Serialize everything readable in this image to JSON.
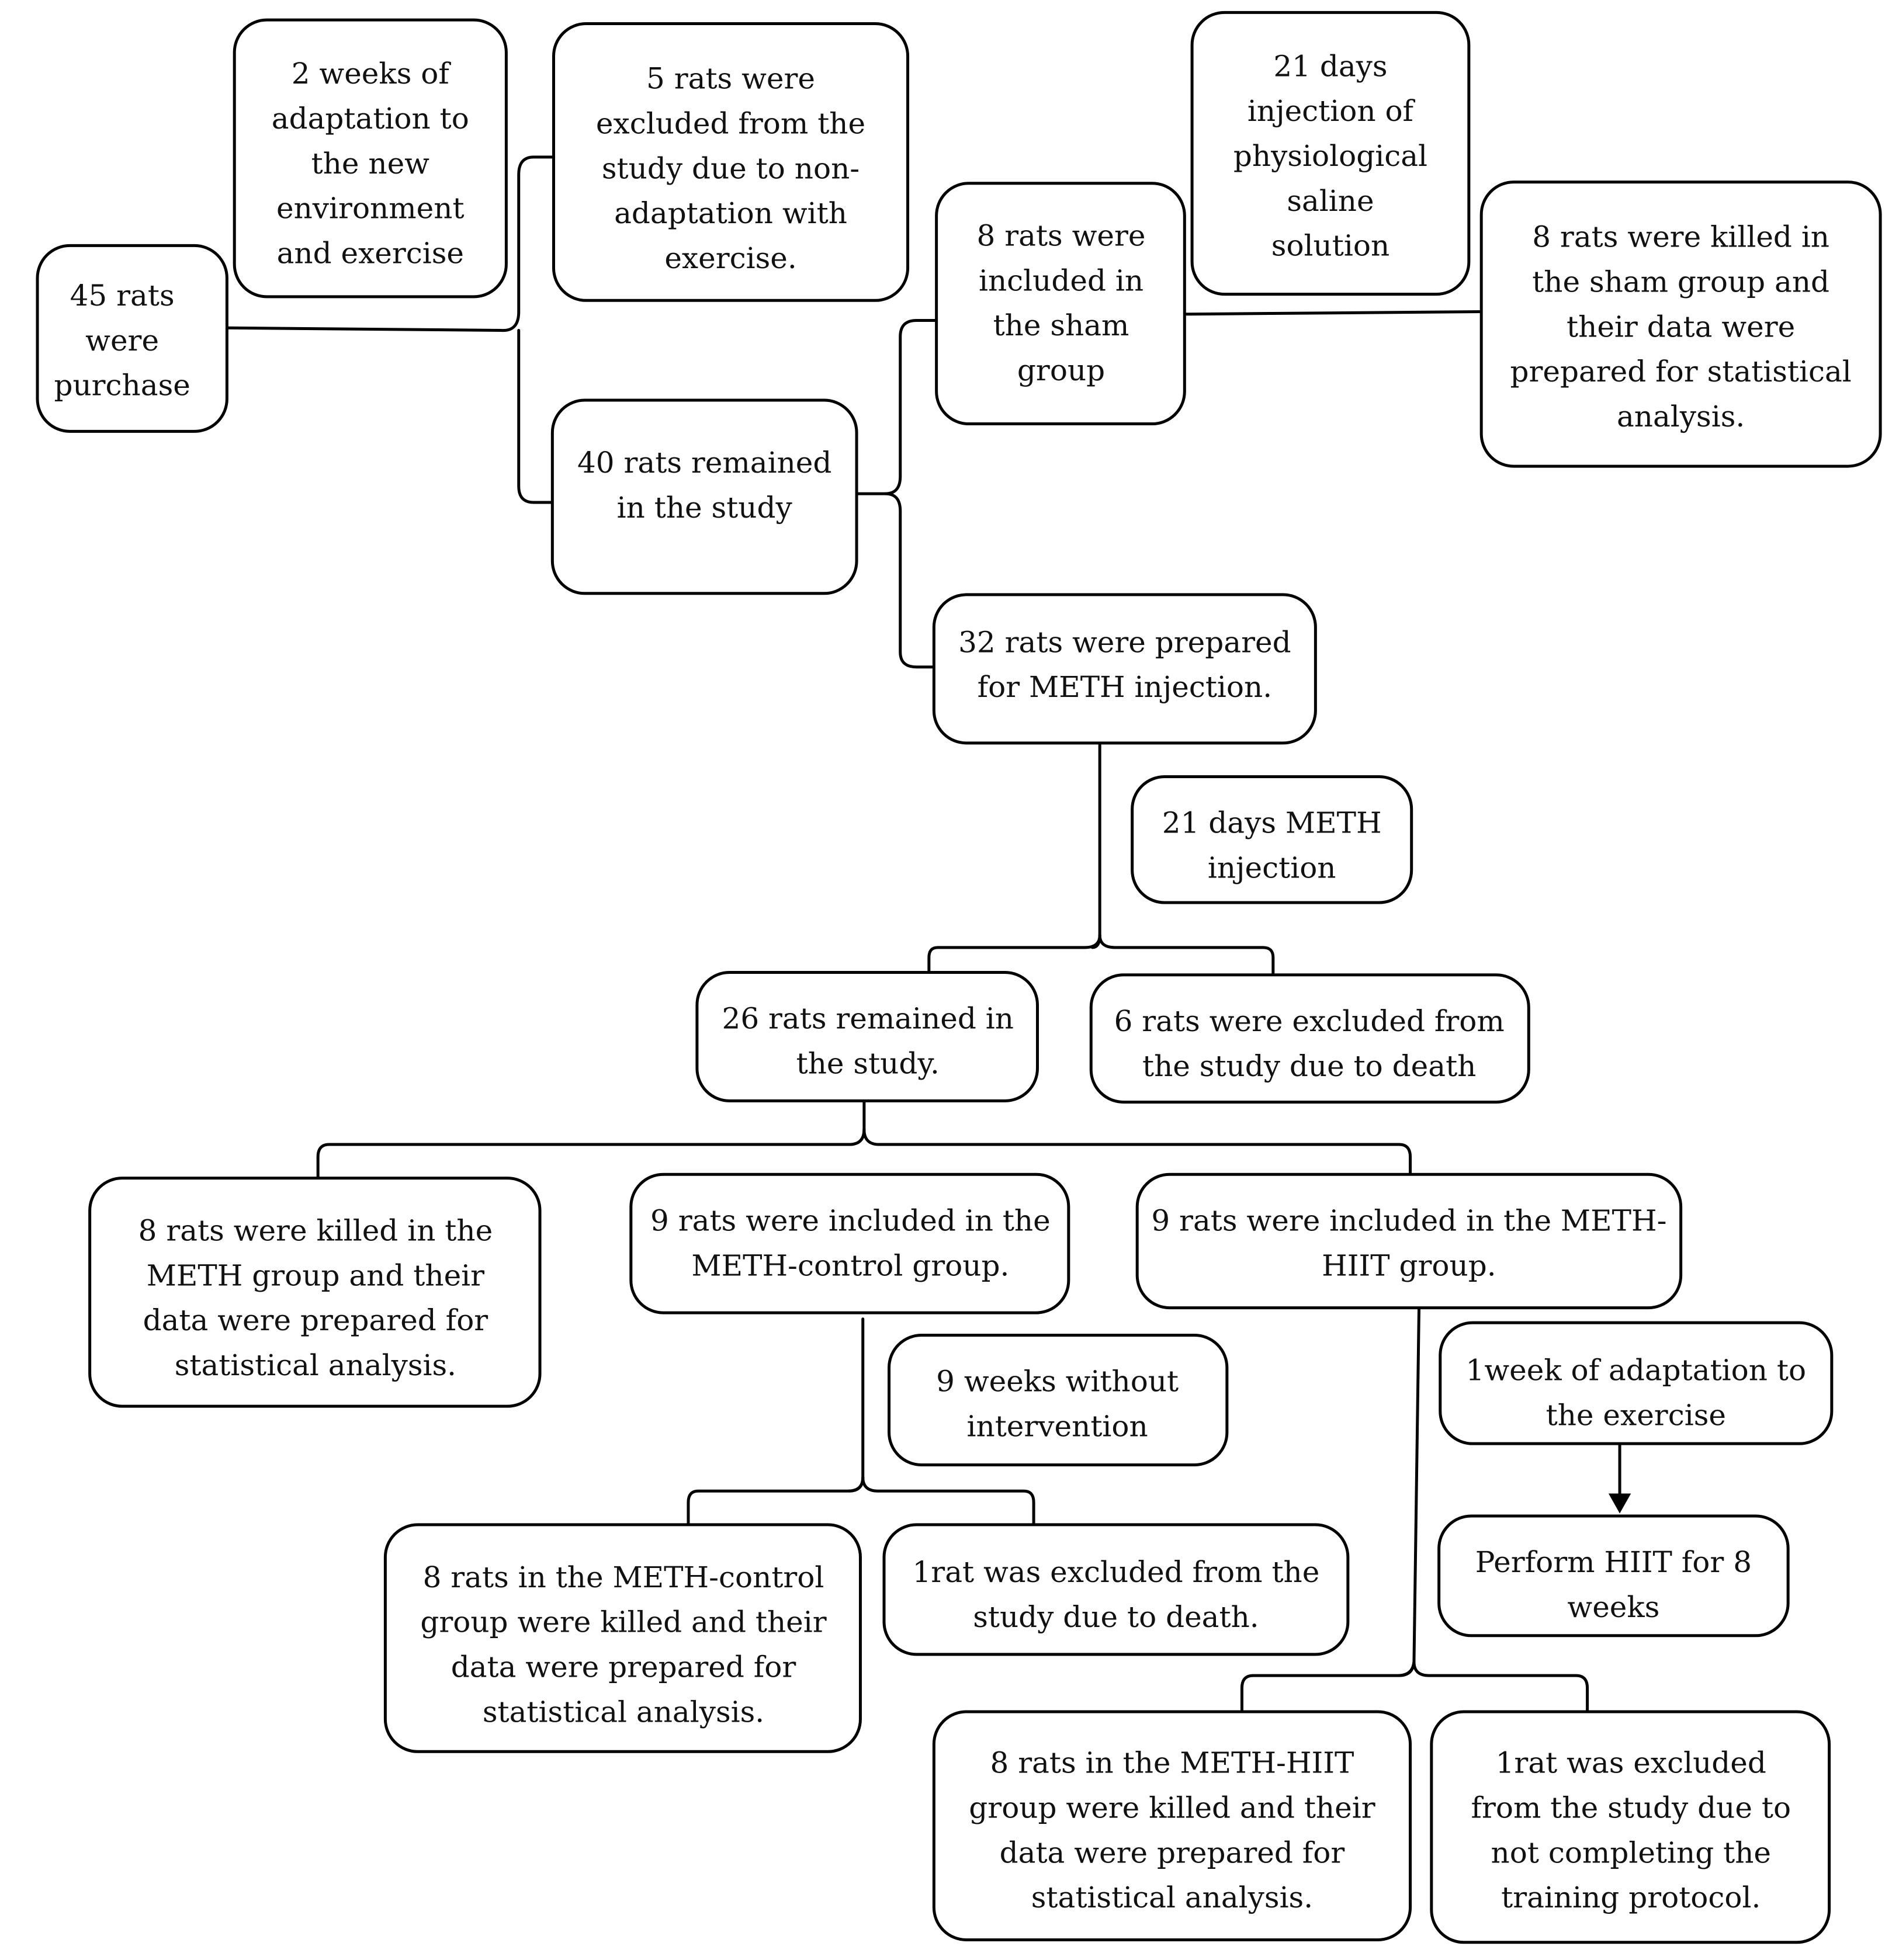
{
  "nodes": {
    "purchased": [
      "45 rats",
      "were",
      "purchase"
    ],
    "adaptation": [
      "2 weeks of",
      "adaptation to",
      "the new",
      "environment",
      "and exercise"
    ],
    "excluded_nonadaptation": [
      "5 rats were",
      "excluded from the",
      "study due to non-",
      "adaptation with",
      "exercise."
    ],
    "remained_40": [
      "40 rats remained",
      "in the study"
    ],
    "sham_group": [
      "8 rats were",
      "included in",
      "the sham",
      "group"
    ],
    "saline_injection": [
      "21 days",
      "injection of",
      "physiological",
      "saline",
      "solution"
    ],
    "sham_killed": [
      "8 rats were killed in",
      "the sham group and",
      "their data were",
      "prepared for statistical",
      "analysis."
    ],
    "meth_prepared": [
      "32 rats were prepared",
      "for METH injection."
    ],
    "meth_injection": [
      "21 days METH",
      "injection"
    ],
    "remained_26": [
      "26 rats remained in",
      "the study."
    ],
    "excluded_death_6": [
      "6 rats were excluded from",
      "the study due to death"
    ],
    "meth_killed": [
      "8 rats were killed in the",
      "METH group and their",
      "data were prepared for",
      "statistical analysis."
    ],
    "meth_control": [
      "9 rats were included in the",
      "METH-control group."
    ],
    "meth_hiit": [
      "9 rats were included in the METH-",
      "HIIT group."
    ],
    "no_intervention": [
      "9 weeks without",
      "intervention"
    ],
    "exercise_adaptation": [
      "1week of adaptation to",
      "the exercise"
    ],
    "perform_hiit": [
      "Perform HIIT for 8",
      "weeks"
    ],
    "control_killed": [
      "8 rats in the METH-control",
      "group were killed and their",
      "data were prepared for",
      "statistical analysis."
    ],
    "control_excluded": [
      "1rat was excluded from the",
      "study due to death."
    ],
    "hiit_killed": [
      "8 rats in the METH-HIIT",
      "group were killed and their",
      "data were prepared for",
      "statistical analysis."
    ],
    "hiit_excluded": [
      "1rat was excluded",
      "from the study due to",
      "not completing the",
      "training protocol."
    ]
  }
}
